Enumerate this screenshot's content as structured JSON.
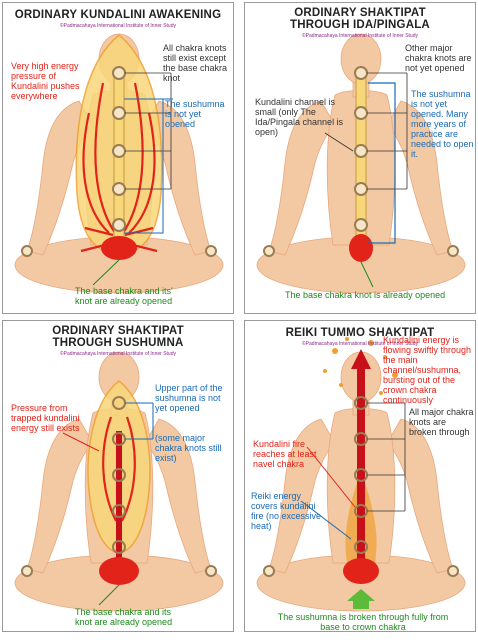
{
  "panels": [
    {
      "title": "ORDINARY KUNDALINI AWAKENING",
      "copyright": "©Padmacahaya International Institute of Inner Study",
      "labels": {
        "red": "Very high energy pressure of Kundalini pushes everywhere",
        "gray": "All chakra knots still exist except the base chakra knot",
        "blue": "The sushumna is not yet opened",
        "green": "The base chakra and its' knot are already opened"
      }
    },
    {
      "title_line1": "ORDINARY SHAKTIPAT",
      "title_line2": "THROUGH IDA/PINGALA",
      "copyright": "©Padmacahaya International Institute of Inner Study",
      "labels": {
        "gray_top": "Other major chakra knots are not yet opened",
        "gray_left": "Kundalini channel is small (only The Ida/Pingala channel is open)",
        "blue": "The sushumna is not yet opened. Many more years of practice are needed to open it.",
        "green": "The base chakra knot is already opened"
      }
    },
    {
      "title_line1": "ORDINARY SHAKTIPAT",
      "title_line2": "THROUGH SUSHUMNA",
      "copyright": "©Padmacahaya International Institute of Inner Study",
      "labels": {
        "red": "Pressure from trapped kundalini energy still exists",
        "blue_top": "Upper part of the sushumna is not yet opened",
        "blue_sub": "(some major chakra knots still exist)",
        "green": "The base chakra and its knot are already opened"
      }
    },
    {
      "title": "REIKI TUMMO SHAKTIPAT",
      "copyright": "©Padmacahaya International Institute of Inner Study",
      "labels": {
        "red_top": "Kundalini energy is flowing swiftly through the main channel/sushumna, bursting out of the crown chakra continuously",
        "gray": "All major chakra knots are broken through",
        "red_mid": "Kundalini fire reaches at least navel chakra",
        "blue": "Reiki energy covers kundalini fire (no excessive heat)",
        "green": "The sushumna is broken through fully from base to crown chakra"
      }
    }
  ],
  "colors": {
    "skin": "#f3c9a3",
    "skin_shade": "#e8a87e",
    "aura": "#f8d77a",
    "red": "#e2231a",
    "blue": "#1a6ab5",
    "green": "#1d8a1d",
    "chakra": "#9a7b52"
  }
}
